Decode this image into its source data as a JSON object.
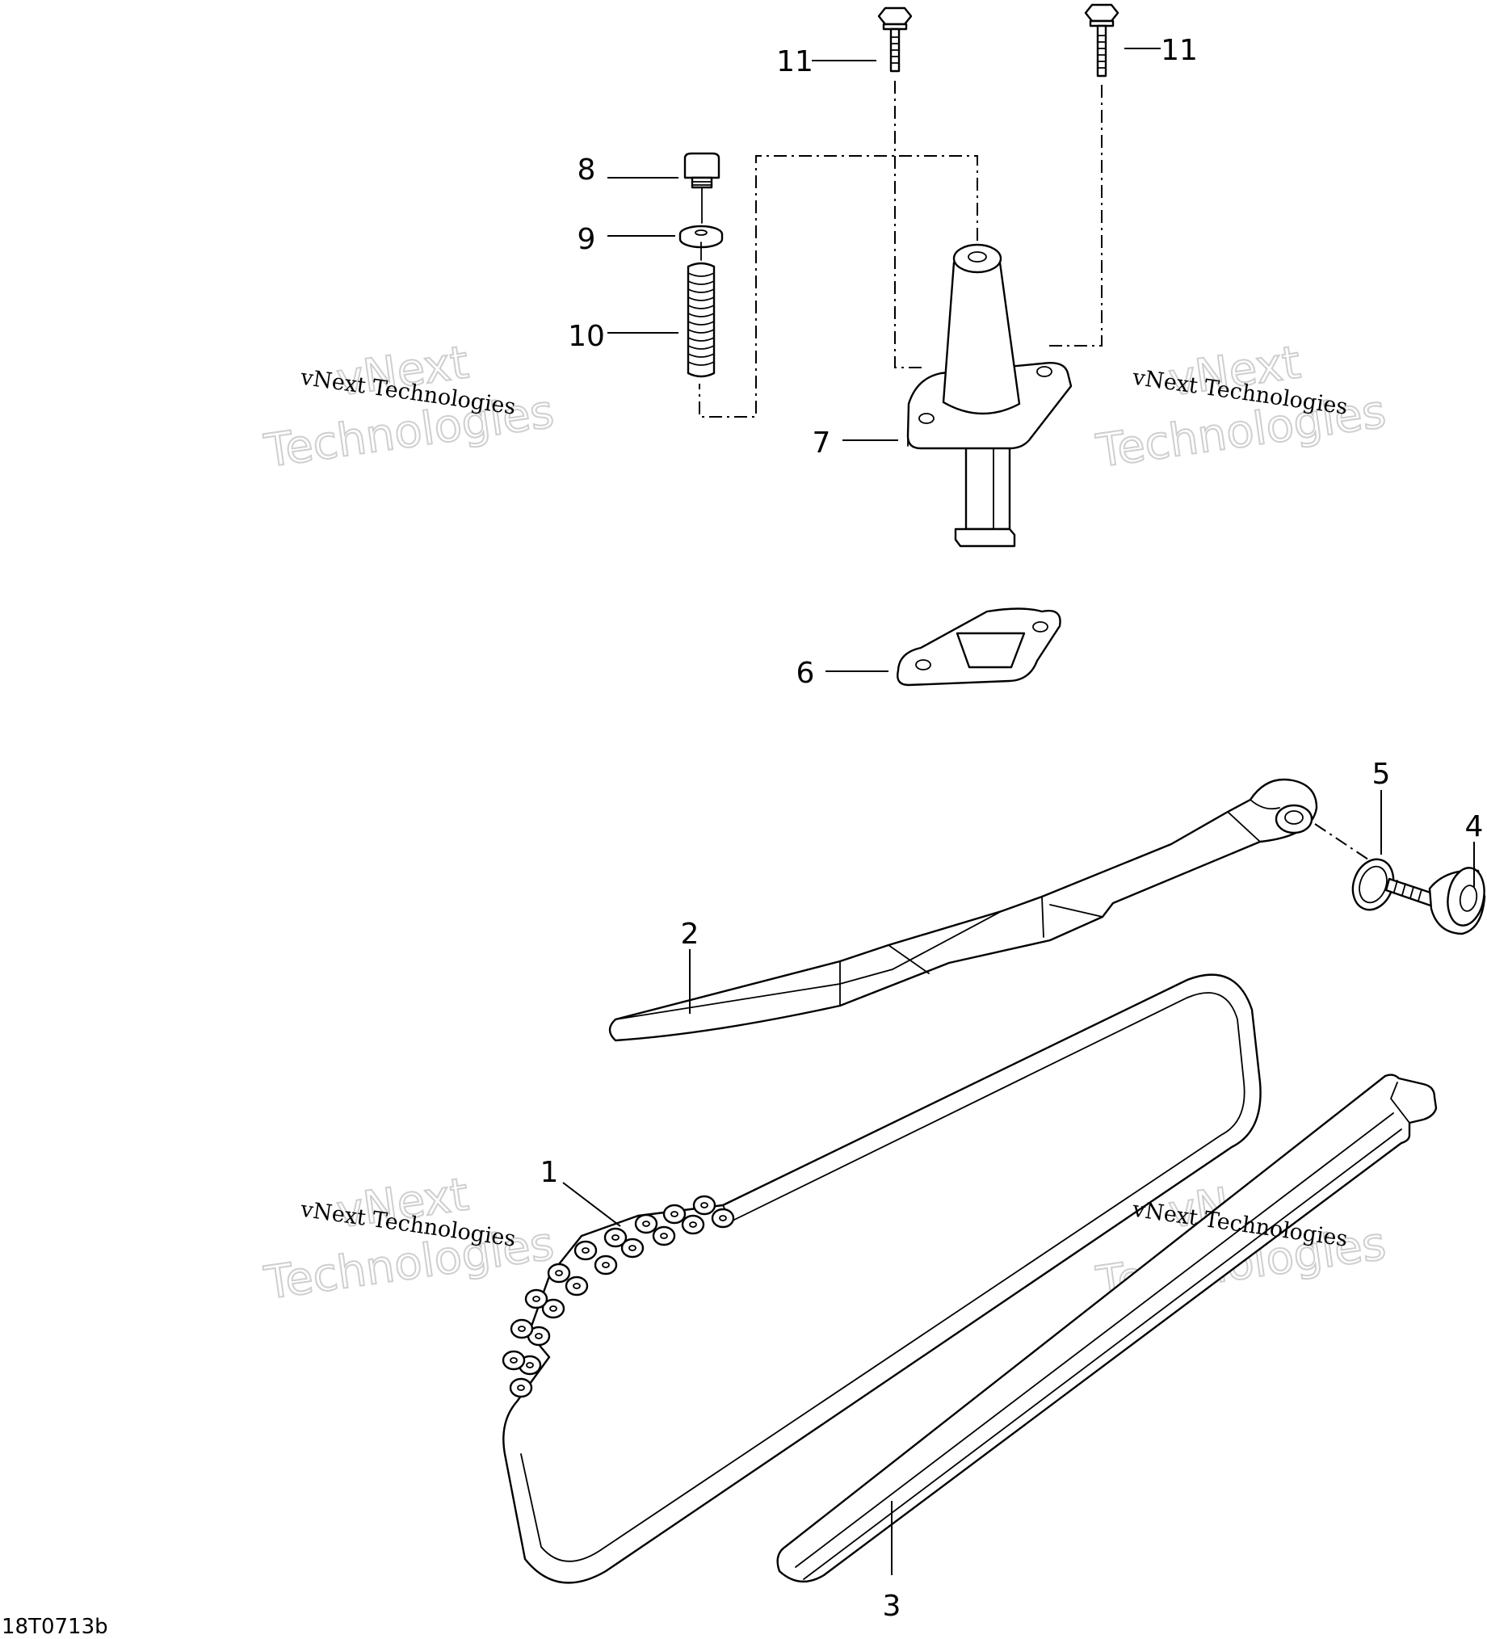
{
  "diagram": {
    "drawing_code": "18T0713b",
    "callouts": [
      "1",
      "2",
      "3",
      "4",
      "5",
      "6",
      "7",
      "8",
      "9",
      "10",
      "11",
      "11"
    ],
    "watermark": {
      "line1": "vNext Technologies",
      "big1": "vNext",
      "big2": "Technologies"
    },
    "colors": {
      "ink": "#000000",
      "paper": "#ffffff",
      "watermark": "#cfcfcf"
    }
  }
}
